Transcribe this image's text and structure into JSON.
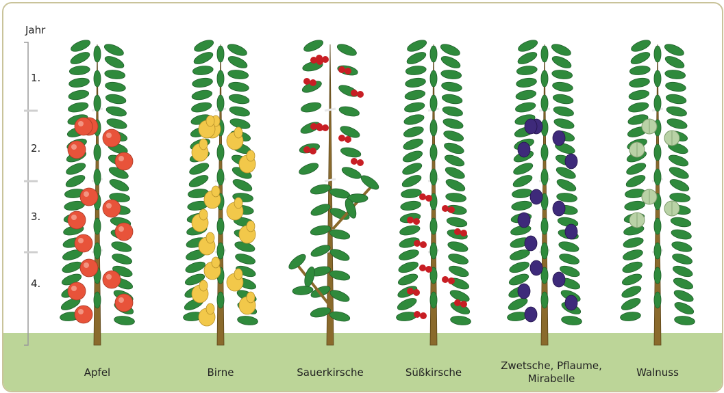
{
  "year_axis": {
    "title": "Jahr",
    "years": [
      "1.",
      "2.",
      "3.",
      "4."
    ]
  },
  "trees": [
    {
      "label": "Apfel",
      "fruit": "apple"
    },
    {
      "label": "Birne",
      "fruit": "pear"
    },
    {
      "label": "Sauerkirsche",
      "fruit": "sour-cherry"
    },
    {
      "label": "Süßkirsche",
      "fruit": "sweet-cherry"
    },
    {
      "label": "Zwetsche, Pflaume,\nMirabelle",
      "fruit": "plum"
    },
    {
      "label": "Walnuss",
      "fruit": "walnut"
    }
  ],
  "colors": {
    "ground": "#bcd598",
    "frame": "#c9c39a",
    "leaf": "#2f8a3c",
    "leaf_dark": "#1f5e2a",
    "trunk": "#8a6a2c",
    "apple": "#e8533a",
    "pear": "#f2c84a",
    "cherry": "#c81e24",
    "plum": "#3e2a7a",
    "walnut": "#b9d2a6"
  }
}
